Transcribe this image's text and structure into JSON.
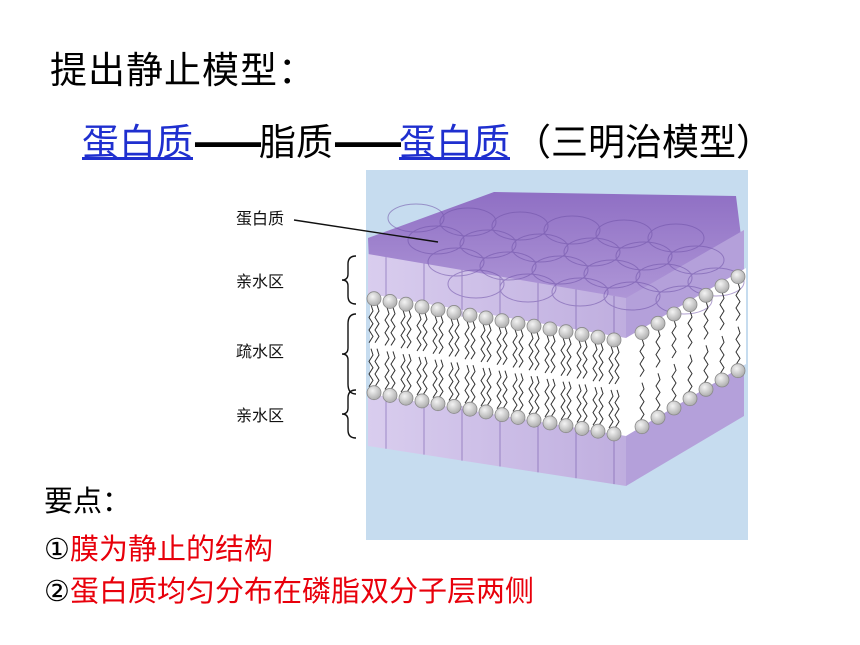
{
  "title": "提出静止模型：",
  "subtitle": {
    "protein1": "蛋白质",
    "dash1": "——",
    "lipid": "脂质",
    "dash2": "——",
    "protein2": "蛋白质",
    "paren": "（三明治模型）"
  },
  "diagram": {
    "labels": {
      "protein": "蛋白质",
      "hydrophilic_top": "亲水区",
      "hydrophobic": "疏水区",
      "hydrophilic_bottom": "亲水区"
    },
    "colors": {
      "background_panel": "#c6dcef",
      "protein_top": "#a78cd0",
      "protein_side": "#cdbfe6",
      "lipid_head": "#c8c8c8"
    }
  },
  "key_points": {
    "label": "要点：",
    "items": [
      {
        "num": "①",
        "text": "膜为静止的结构"
      },
      {
        "num": "②",
        "text": "蛋白质均匀分布在磷脂双分子层两侧"
      }
    ]
  },
  "colors": {
    "link": "#1f2fcf",
    "highlight": "#e8000b"
  }
}
